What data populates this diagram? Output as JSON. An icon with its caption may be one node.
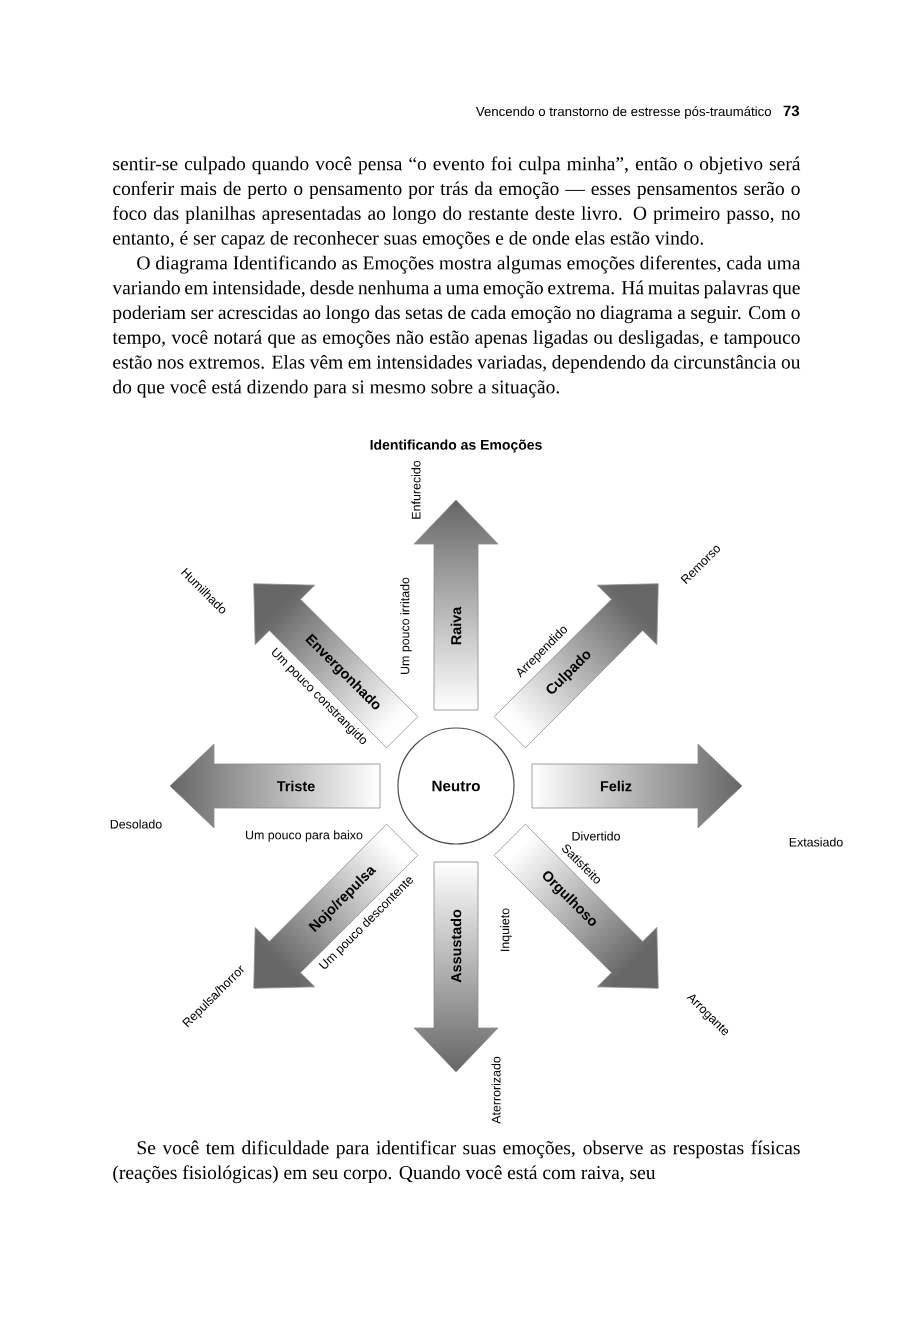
{
  "diagram": {
    "title": "Identificando as Emoções",
    "nodes": [
      {
        "text": [
          "Raiva"
        ],
        "beside": [
          "Um pouco irritado",
          "Enfurecido"
        ]
      },
      {
        "text": [
          "Envergonhado"
        ],
        "beside": [
          "Um pouco constrangido",
          "Humilhado"
        ]
      },
      {
        "text": [
          "Culpado"
        ],
        "beside": [
          "Arrependido",
          "Remorso"
        ]
      },
      {
        "text": [
          "Triste"
        ],
        "beside": [
          "Um pouco para baixo",
          "Desolado"
        ]
      },
      {
        "text": [
          "Neutro"
        ]
      },
      {
        "text": [
          "Feliz"
        ],
        "beside": [
          "Divertido",
          "Extasiado"
        ]
      },
      {
        "text": [
          "Nojo/repulsa"
        ],
        "beside": [
          "Um pouco descontente",
          "Repulsa/horror"
        ]
      },
      {
        "text": [
          "Assustado"
        ],
        "beside": [
          "Inquieto",
          "Aterrorizado"
        ]
      },
      {
        "text": [
          "Orgulhoso"
        ],
        "beside": [
          "Satisfeito",
          "Arrogante"
        ]
      }
    ],
    "labels": [
      "Vencendo o transtorno de estresse pós-traumático",
      "73",
      "sentir-se culpado quando você pensa “o evento foi culpa minha”, então o objetivo será conferir mais de perto o pensamento por trás da emoção — esses pensamentos serão o foco das planilhas apresentadas ao longo do restante deste livro. O primeiro passo, no entanto, é ser capaz de reconhecer suas emoções e de onde elas estão vindo.",
      "O diagrama Identificando as Emoções mostra algumas emoções diferentes, cada uma variando em intensidade, desde nenhuma a uma emoção extrema. Há muitas palavras que poderiam ser acrescidas ao longo das setas de cada emoção no diagrama a seguir. Com o tempo, você notará que as emoções não estão apenas ligadas ou desligadas, e tampouco estão nos extremos. Elas vêm em intensidades variadas, dependendo da circunstância ou do que você está dizendo para si mesmo sobre a situação.",
      "Se você tem dificuldade para identificar suas emoções, observe as respostas físicas (reações fisiológicas) em seu corpo. Quando você está com raiva, seu"
    ]
  }
}
